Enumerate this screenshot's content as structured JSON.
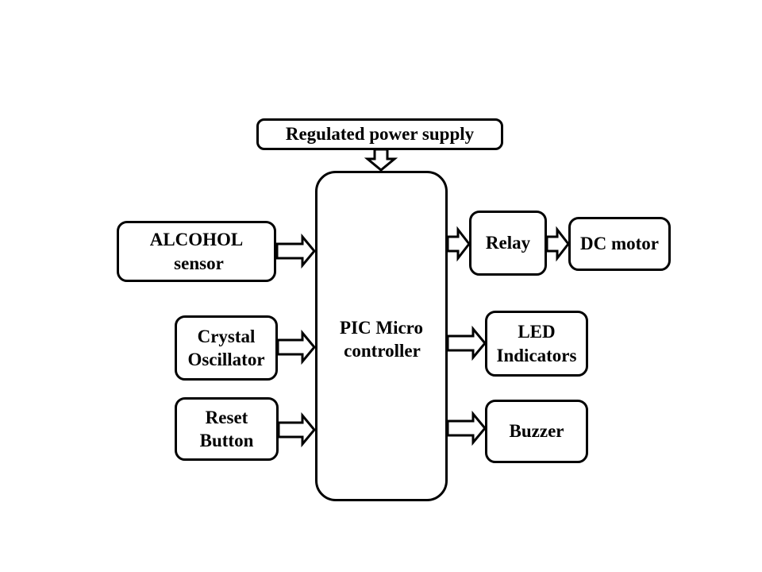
{
  "blocks": {
    "power_supply": {
      "label": "Regulated power supply"
    },
    "microcontroller": {
      "line1": "PIC Micro",
      "line2": "controller"
    },
    "alcohol_sensor": {
      "line1": "ALCOHOL",
      "line2": "sensor"
    },
    "crystal_oscillator": {
      "line1": "Crystal",
      "line2": "Oscillator"
    },
    "reset_button": {
      "line1": "Reset",
      "line2": "Button"
    },
    "relay": {
      "label": "Relay"
    },
    "dc_motor": {
      "label": "DC motor"
    },
    "led_indicators": {
      "line1": "LED",
      "line2": "Indicators"
    },
    "buzzer": {
      "label": "Buzzer"
    }
  },
  "connections": [
    {
      "from": "Regulated power supply",
      "to": "PIC Micro controller"
    },
    {
      "from": "ALCOHOL sensor",
      "to": "PIC Micro controller"
    },
    {
      "from": "Crystal Oscillator",
      "to": "PIC Micro controller"
    },
    {
      "from": "Reset Button",
      "to": "PIC Micro controller"
    },
    {
      "from": "PIC Micro controller",
      "to": "Relay"
    },
    {
      "from": "Relay",
      "to": "DC motor"
    },
    {
      "from": "PIC Micro controller",
      "to": "LED Indicators"
    },
    {
      "from": "PIC Micro controller",
      "to": "Buzzer"
    }
  ],
  "colors": {
    "line": "#000000",
    "background": "#ffffff"
  }
}
